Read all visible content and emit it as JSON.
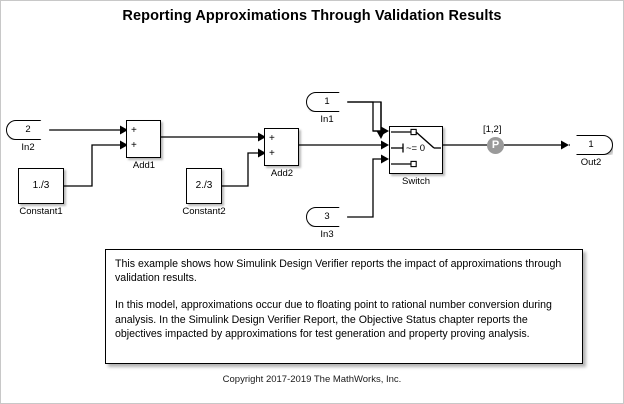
{
  "title": "Reporting Approximations Through Validation Results",
  "copyright": "Copyright 2017-2019 The MathWorks, Inc.",
  "colors": {
    "block_border": "#000000",
    "block_fill": "#ffffff",
    "wire": "#000000",
    "proof_marker": "#9a9a9a",
    "canvas": "#ffffff"
  },
  "ports": {
    "in1": {
      "number": "1",
      "label": "In1"
    },
    "in2": {
      "number": "2",
      "label": "In2"
    },
    "in3": {
      "number": "3",
      "label": "In3"
    },
    "out2": {
      "number": "1",
      "label": "Out2"
    }
  },
  "constants": {
    "constant1": {
      "value": "1./3",
      "label": "Constant1"
    },
    "constant2": {
      "value": "2./3",
      "label": "Constant2"
    }
  },
  "sum_blocks": {
    "add1": {
      "label": "Add1",
      "sign_top": "+",
      "sign_bottom": "+"
    },
    "add2": {
      "label": "Add2",
      "sign_top": "+",
      "sign_bottom": "+"
    }
  },
  "switch_block": {
    "label": "Switch",
    "criteria": "~= 0"
  },
  "proof_objective": {
    "glyph": "P",
    "label": "[1,2]"
  },
  "annotation": {
    "paragraph1": "This example shows how Simulink Design Verifier reports the impact of approximations through validation results.",
    "paragraph2": "In this model, approximations occur due to floating point to rational number conversion during analysis. In the Simulink Design Verifier Report, the Objective Status chapter reports the objectives impacted by approximations for test generation and property proving analysis."
  }
}
